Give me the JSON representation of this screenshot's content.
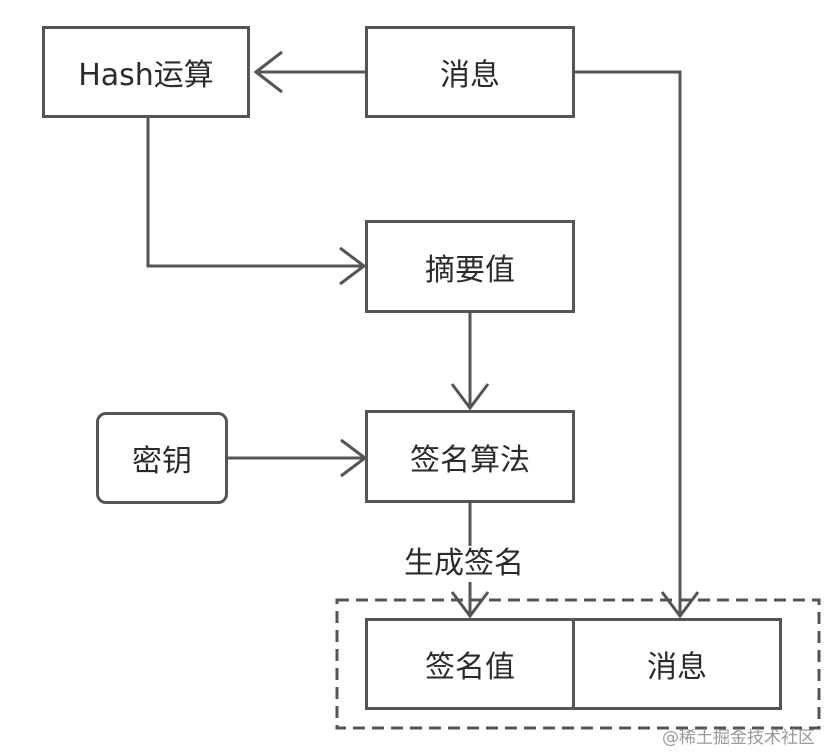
{
  "nodes": {
    "hash": "Hash运算",
    "message_top": "消息",
    "digest": "摘要值",
    "key": "密钥",
    "sign_algo": "签名算法",
    "signature_value": "签名值",
    "message_bottom": "消息"
  },
  "edge_labels": {
    "generate_signature": "生成签名"
  },
  "watermark": "@稀土掘金技术社区"
}
